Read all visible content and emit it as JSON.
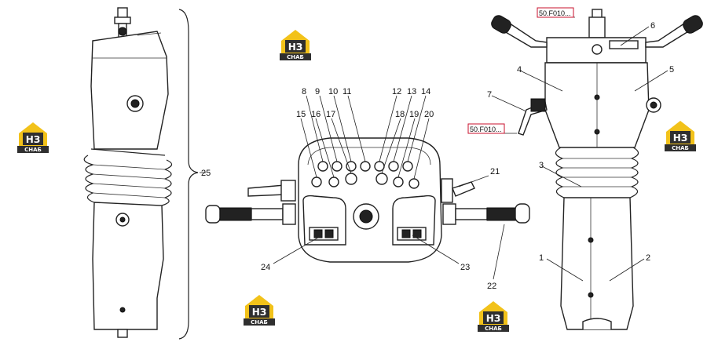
{
  "labels": [
    "1",
    "2",
    "3",
    "4",
    "5",
    "6",
    "7",
    "8",
    "9",
    "10",
    "11",
    "12",
    "13",
    "14",
    "15",
    "16",
    "17",
    "18",
    "19",
    "20",
    "21",
    "22",
    "23",
    "24",
    "25"
  ],
  "references": [
    "50.F010...",
    "50.F010..."
  ],
  "logo": {
    "top": "НЗ",
    "bottom": "СНАБ",
    "colors": {
      "yellow": "#f2c21a",
      "dark": "#2f2f2f"
    }
  }
}
